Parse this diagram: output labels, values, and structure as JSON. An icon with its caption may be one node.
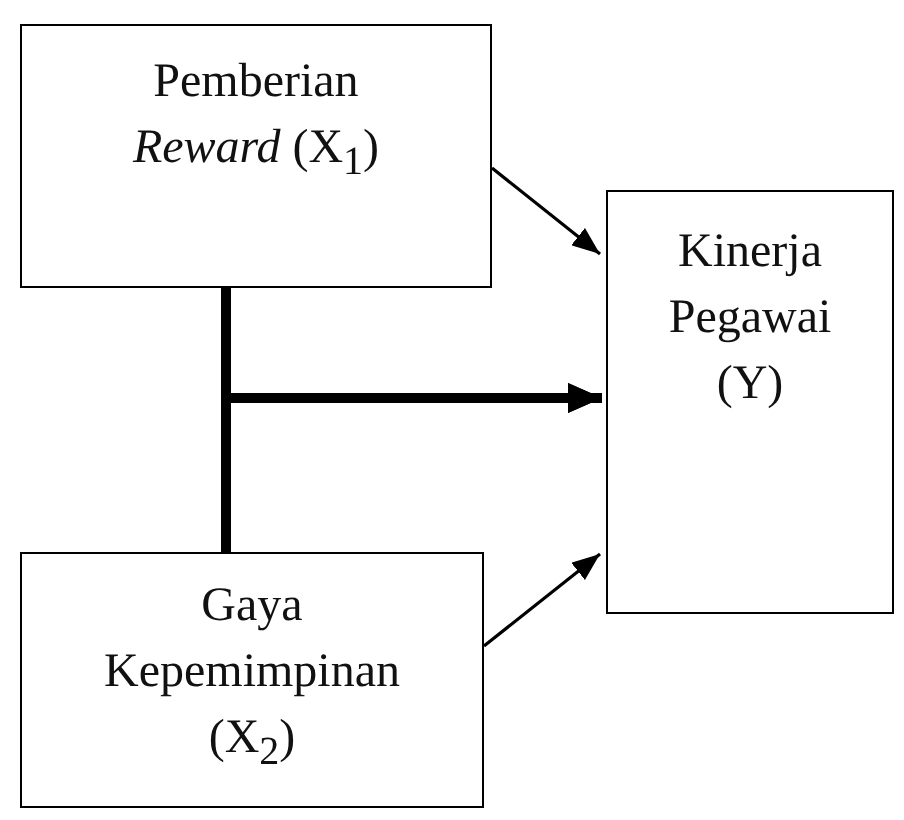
{
  "diagram": {
    "nodes": [
      {
        "text": [
          "Pemberian *Reward* (X$_{1}$)"
        ]
      },
      {
        "text": [
          "Gaya Kepemimpinan (X$_{2}$)"
        ]
      },
      {
        "text": [
          "Kinerja Pegawai (Y)"
        ]
      }
    ],
    "edges": [
      {
        "from": 0,
        "to": 2,
        "arrow": "to"
      },
      {
        "from": 1,
        "to": 2,
        "arrow": "to"
      },
      {
        "from": 0,
        "to": 2,
        "arrow": "to",
        "style": "thick"
      },
      {
        "from": 1,
        "to": 2,
        "arrow": "to",
        "style": "thick"
      }
    ]
  }
}
